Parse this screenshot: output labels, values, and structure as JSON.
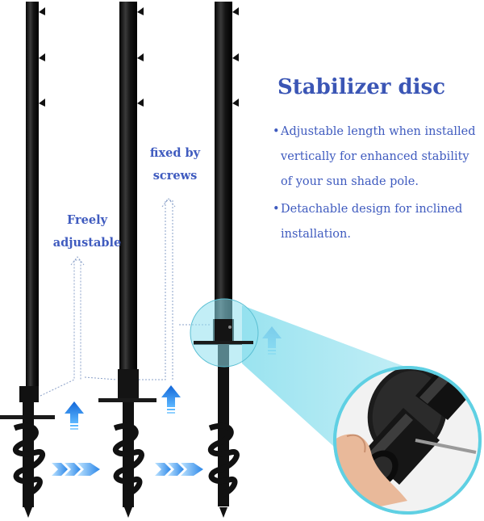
{
  "heading": "Stabilizer disc",
  "bullets": [
    "Adjustable length when installed vertically for enhanced stability of your sun shade pole.",
    "Detachable design for inclined installation."
  ],
  "callouts": {
    "freely_line1": "Freely",
    "freely_line2": "adjustable",
    "fixed_line1": "fixed by",
    "fixed_line2": "screws"
  },
  "colors": {
    "text_blue": "#3f5bbf",
    "arrow_blue": "#1f7ae0",
    "pole_black": "#141414",
    "zoom_cyan": "#7fd6e6"
  },
  "icons": [
    "up-arrow-icon",
    "right-chevrons-icon"
  ]
}
